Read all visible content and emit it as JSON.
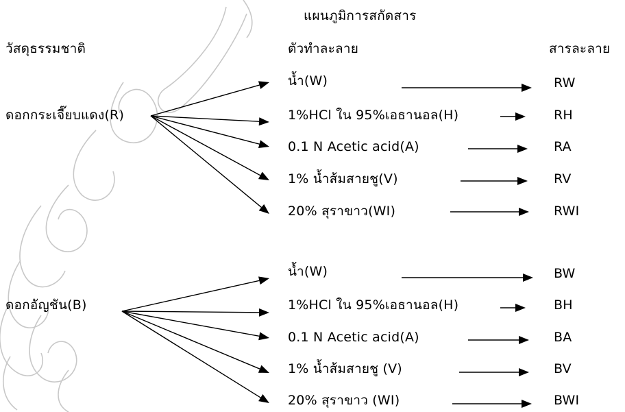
{
  "title": "แผนภูมิการสกัดสาร",
  "headers": {
    "material": "วัสดุธรรมชาติ",
    "solvent": "ตัวทำละลาย",
    "extract": "สารละลาย"
  },
  "groups": [
    {
      "source": "ดอกกระเจี๊ยบแดง(R)",
      "solvents": [
        "น้ำ(W)",
        "1%HCl ใน 95%เอธานอล(H)",
        "0.1 N Acetic acid(A)",
        "1% น้ำส้มสายชู(V)",
        "20% สุราขาว(WI)"
      ],
      "extracts": [
        "RW",
        "RH",
        "RA",
        "RV",
        "RWI"
      ]
    },
    {
      "source": "ดอกอัญชัน(B)",
      "solvents": [
        "น้ำ(W)",
        "1%HCl ใน 95%เอธานอล(H)",
        "0.1 N Acetic acid(A)",
        "1% น้ำส้มสายชู (V)",
        "20% สุราขาว (WI)"
      ],
      "extracts": [
        "BW",
        "BH",
        "BA",
        "BV",
        "BWI"
      ]
    }
  ]
}
